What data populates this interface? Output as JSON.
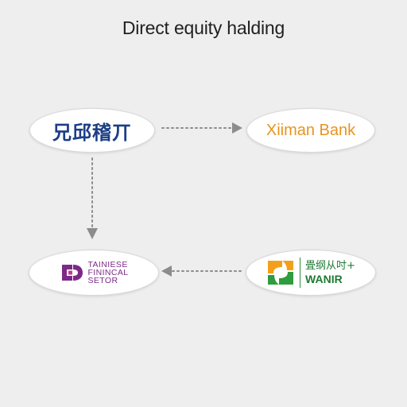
{
  "title": "Direct equity halding",
  "nodes": {
    "top_left": {
      "label": "兄邱稽丌"
    },
    "top_right": {
      "label": "Xiiman Bank"
    },
    "bottom_left": {
      "line1": "TAINIESE",
      "line2": "FININCAL",
      "line3": "SETOR",
      "logo_colors": [
        "#7c2a86",
        "#c23b8e"
      ]
    },
    "bottom_right": {
      "cn_label": "畳纲从吋+",
      "en_label": "WANIR",
      "logo_colors": [
        "#f2a01c",
        "#2e9c3f"
      ]
    }
  },
  "edges": [
    {
      "from": "top_left",
      "to": "top_right",
      "style": "dotted"
    },
    {
      "from": "top_left",
      "to": "bottom_left",
      "style": "dotted"
    },
    {
      "from": "bottom_right",
      "to": "bottom_left",
      "style": "dotted"
    }
  ],
  "colors": {
    "background": "#eeeeee",
    "arrow": "#8c8c8c",
    "title": "#1f1f1f"
  }
}
